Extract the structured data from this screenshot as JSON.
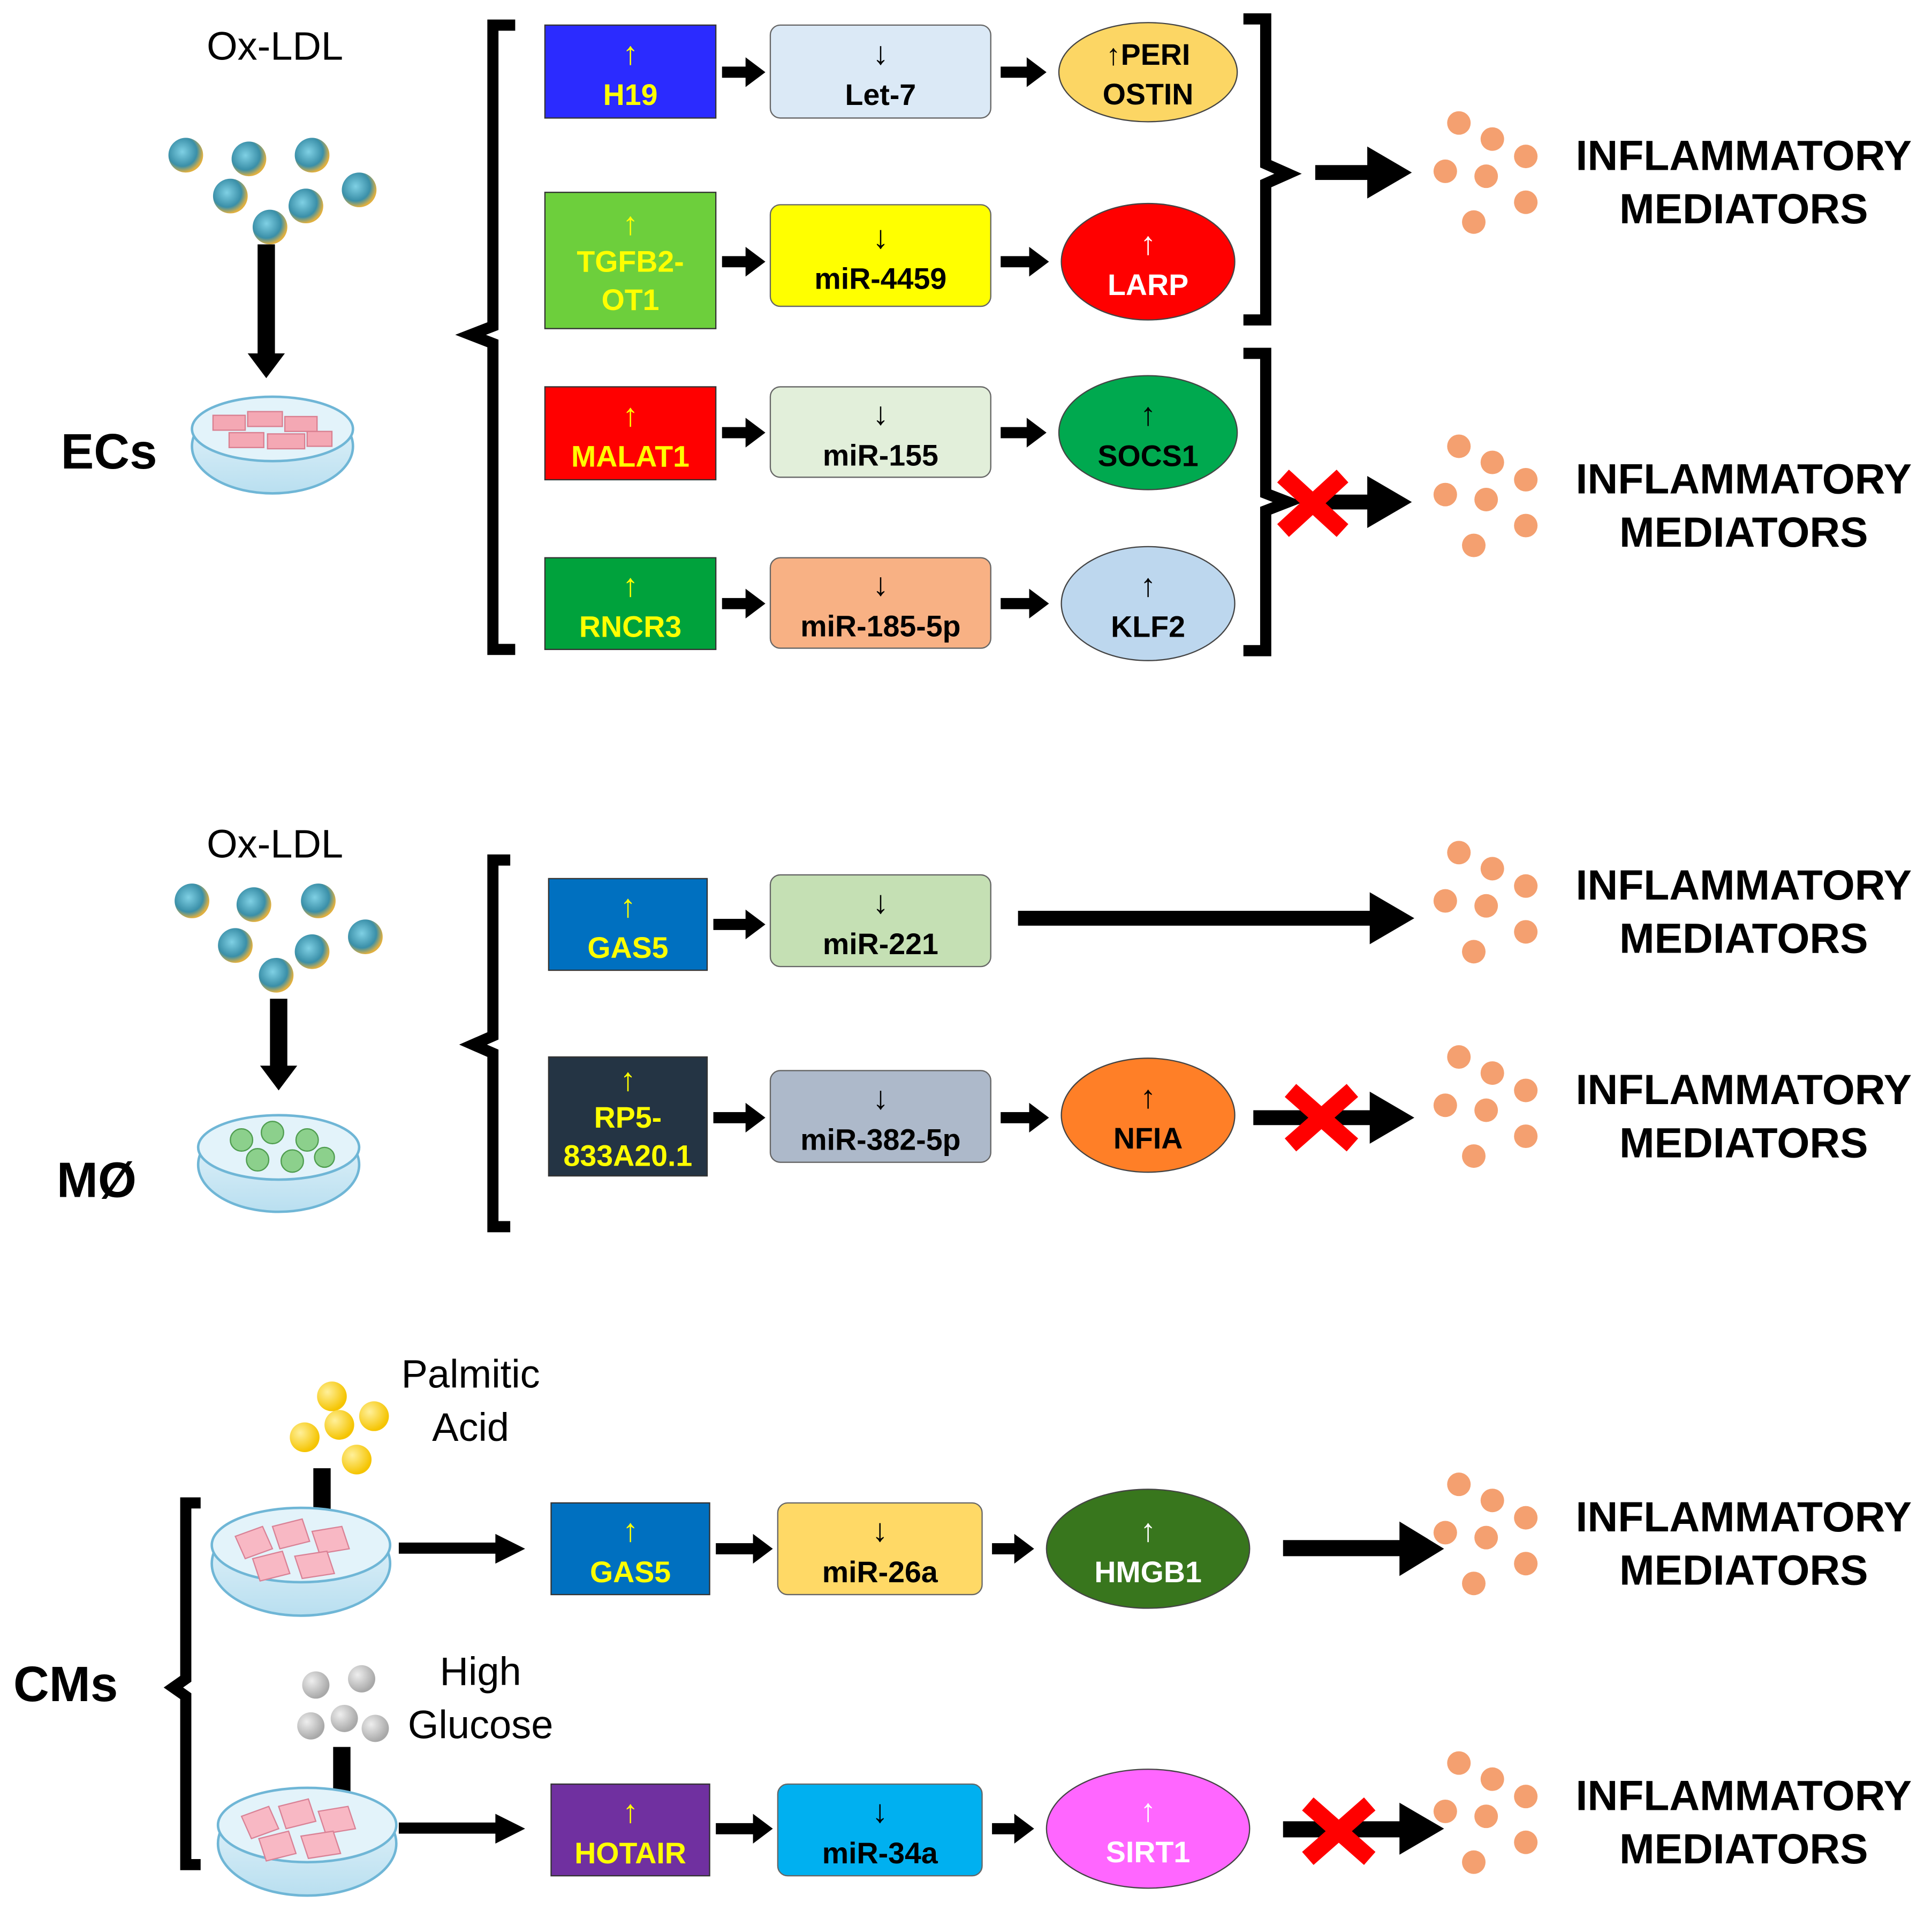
{
  "arrow_up": "↑",
  "arrow_down": "↓",
  "mediator_text": {
    "line1": "INFLAMMATORY",
    "line2": "MEDIATORS"
  },
  "colors": {
    "text_dark": "#000000",
    "text_yellow": "#ffff00",
    "text_white": "#ffffff",
    "mediator_dot": "#f4a070",
    "block_x": "#ff0000",
    "particle_ldl_core": "#3a8fa8",
    "particle_ldl_rim": "#e0b040",
    "palmitic_dot": "#f5c400",
    "glucose_dot": "#b4b4b4",
    "ec_cells": "#f4a8b4",
    "macrophage_cells": "#8cd08c",
    "cm_cells": "#f8b8c4",
    "dish_fill": "#cfe9f4"
  },
  "section_ec": {
    "stimulus": "Ox-LDL",
    "cell_label": "ECs",
    "rows": [
      {
        "lnc": "H19",
        "lnc_color": "#2b2bff",
        "lnc_text": "yellow",
        "mir": "Let-7",
        "mir_color": "#dbe9f6",
        "target": [
          "↑PERI",
          "OSTIN"
        ],
        "target_color": "#fcd664",
        "target_text": "dark"
      },
      {
        "lnc": [
          "TGFB2-",
          "OT1"
        ],
        "lnc_color": "#6dcf3c",
        "lnc_text": "yellow",
        "mir": "miR-4459",
        "mir_color": "#ffff00",
        "target": "LARP",
        "target_color": "#ff0000",
        "target_text": "white"
      },
      {
        "lnc": "MALAT1",
        "lnc_color": "#ff0000",
        "lnc_text": "yellow",
        "mir": "miR-155",
        "mir_color": "#e2efda",
        "target": "SOCS1",
        "target_color": "#00a94f",
        "target_text": "dark"
      },
      {
        "lnc": "RNCR3",
        "lnc_color": "#00a23c",
        "lnc_text": "yellow",
        "mir": "miR-185-5p",
        "mir_color": "#f8b184",
        "target": "KLF2",
        "target_color": "#bdd7ee",
        "target_text": "dark"
      }
    ]
  },
  "section_mac": {
    "stimulus": "Ox-LDL",
    "cell_label": "MØ",
    "rows": [
      {
        "lnc": "GAS5",
        "lnc_color": "#0070c0",
        "lnc_text": "yellow",
        "mir": "miR-221",
        "mir_color": "#c5e0b4"
      },
      {
        "lnc": [
          "RP5-",
          "833A20.1"
        ],
        "lnc_color": "#243444",
        "lnc_text": "yellow",
        "mir": "miR-382-5p",
        "mir_color": "#adb9ca",
        "target": "NFIA",
        "target_color": "#ff7f27",
        "target_text": "dark"
      }
    ]
  },
  "section_cm": {
    "cell_label": "CMs",
    "stimulus_1": [
      "Palmitic",
      "Acid"
    ],
    "stimulus_2": [
      "High",
      "Glucose"
    ],
    "rows": [
      {
        "lnc": "GAS5",
        "lnc_color": "#0070c0",
        "lnc_text": "yellow",
        "mir": "miR-26a",
        "mir_color": "#ffd966",
        "target": "HMGB1",
        "target_color": "#38761d",
        "target_text": "white"
      },
      {
        "lnc": "HOTAIR",
        "lnc_color": "#7030a0",
        "lnc_text": "yellow",
        "mir": "miR-34a",
        "mir_color": "#00b0f0",
        "target": "SIRT1",
        "target_color": "#ff66ff",
        "target_text": "white"
      }
    ]
  }
}
